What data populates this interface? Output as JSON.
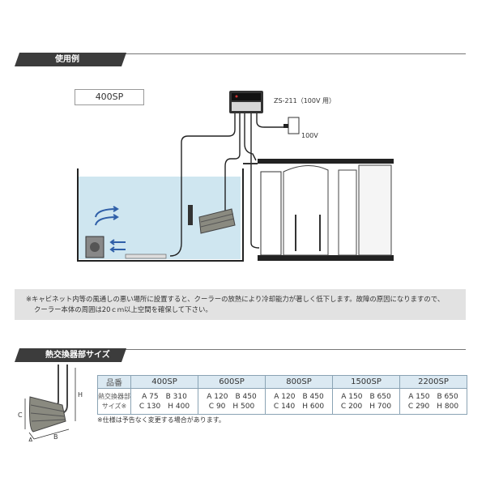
{
  "section1": {
    "title": "使用例"
  },
  "diagram": {
    "model_label": "400SP",
    "controller_label": "ZS-211（100V 用）",
    "outlet_label": "100V"
  },
  "note": {
    "line1": "※キャビネット内等の風通しの悪い場所に設置すると、クーラーの放熱により冷却能力が著しく低下します。故障の原因になりますので、",
    "line2": "クーラー本体の周囲は20ｃｍ以上空間を確保して下さい。"
  },
  "section2": {
    "title": "熱交換器部サイズ"
  },
  "exchanger_figure": {
    "dims": [
      "A",
      "B",
      "C",
      "H"
    ]
  },
  "table": {
    "header_label": "品番",
    "row_label_1": "熱交換器部",
    "row_label_2": "サイズ※",
    "models": [
      {
        "name": "400SP",
        "line1": "A 75　B 310",
        "line2": "C 130　H 400"
      },
      {
        "name": "600SP",
        "line1": "A 120　B 450",
        "line2": "C 90　H 500"
      },
      {
        "name": "800SP",
        "line1": "A 120　B 450",
        "line2": "C 140　H 600"
      },
      {
        "name": "1500SP",
        "line1": "A 150　B 650",
        "line2": "C 200　H 700"
      },
      {
        "name": "2200SP",
        "line1": "A 150　B 650",
        "line2": "C 290　H 800"
      }
    ]
  },
  "footnote": "※仕様は予告なく変更する場合があります。",
  "colors": {
    "water": "#cfe6f0",
    "arrow": "#2f5fa8",
    "header_bg": "#3c3c3c",
    "table_header": "#dbe9f2"
  }
}
